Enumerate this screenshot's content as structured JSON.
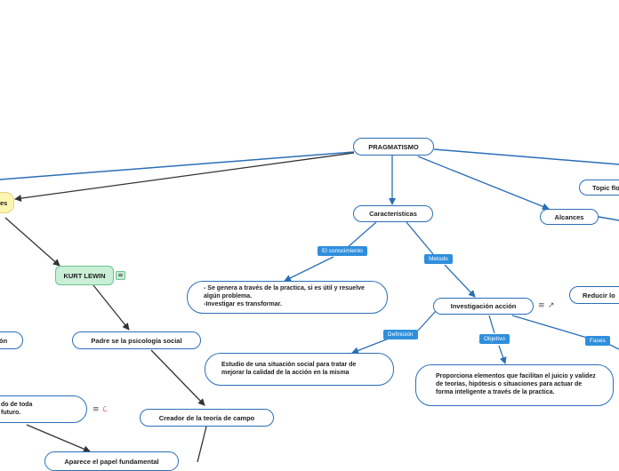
{
  "nodes": {
    "root": "PRAGMATISMO",
    "caracteristicas": "Características",
    "alcances": "Alcances",
    "topic": "Topic flo",
    "reducir": "Reducir lo",
    "investigacion": "Investigación acción",
    "conocimiento_text": "- Se genera a través de la practica, si es útil y resuelve algún problema.\n-Investigar es transformar.",
    "definicion_text": "Estudio de una situación social para tratar de mejorar la calidad de la acción en la misma",
    "objetivo_text": "Proporciona elementos que facilitan el juicio y validez de teorías, hipótesis o situaciones para actuar de forma inteligente a través de la practica.",
    "left_yellow": "es",
    "kurt": "KURT LEWIN",
    "padre": "Padre se la psicología  social",
    "left_on": "ón",
    "left_todo": "do de toda\nfuturo.",
    "creador": "Creador de la teoría de campo",
    "aparece": "Aparece el papel fundamental"
  },
  "labels": {
    "conocimiento": "El conocimiento",
    "metodo": "Metodo",
    "definicion": "Definición",
    "objetivo": "Objetivo",
    "fases": "Fases"
  },
  "icons": {
    "menu": "≡",
    "link": "↗",
    "symbol": "ℒ"
  },
  "colors": {
    "edge": "#2a6fb8",
    "dark_edge": "#333333",
    "label_bg": "#2f8fdc",
    "yellow_node": "#fdf6b2",
    "green_node": "#c9efd6"
  }
}
